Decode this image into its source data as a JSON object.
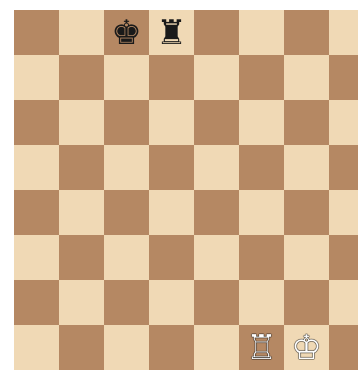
{
  "board": {
    "colors": {
      "light": "#f0d9b5",
      "dark": "#b58863"
    },
    "pieces": [
      {
        "square": "c8",
        "piece": "black-king",
        "glyph": "♚"
      },
      {
        "square": "d8",
        "piece": "black-rook",
        "glyph": "♜"
      },
      {
        "square": "f1",
        "piece": "white-rook",
        "glyph": "♖"
      },
      {
        "square": "g1",
        "piece": "white-king",
        "glyph": "♔"
      }
    ]
  }
}
